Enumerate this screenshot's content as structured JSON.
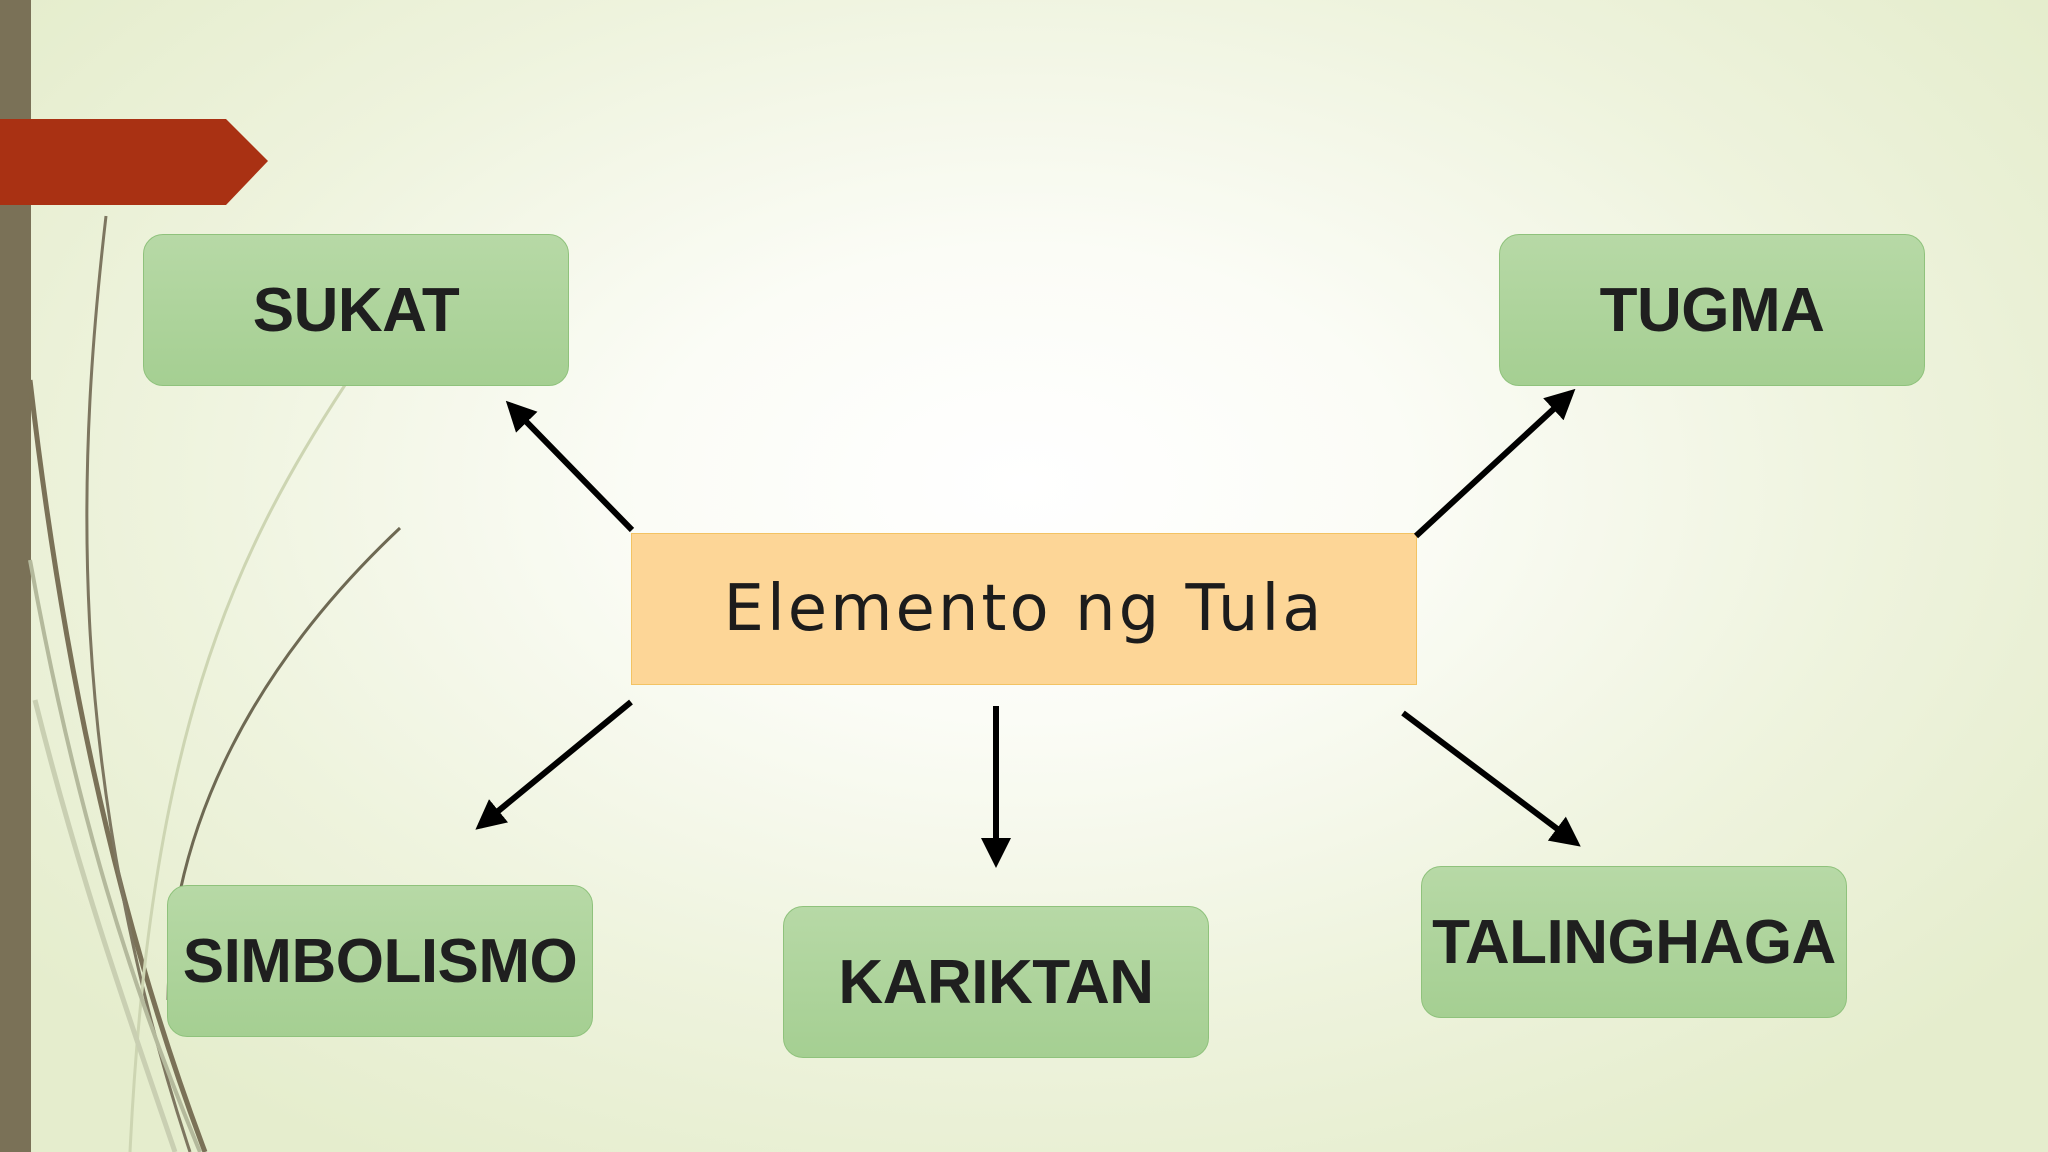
{
  "diagram": {
    "center": {
      "label": "Elemento ng Tula"
    },
    "nodes": [
      {
        "id": "sukat",
        "label": "SUKAT"
      },
      {
        "id": "tugma",
        "label": "TUGMA"
      },
      {
        "id": "simbolismo",
        "label": "SIMBOLISMO"
      },
      {
        "id": "kariktan",
        "label": "KARIKTAN"
      },
      {
        "id": "talinghaga",
        "label": "TALINGHAGA"
      }
    ]
  },
  "colors": {
    "node_fill": "#a9d197",
    "center_fill": "#fdd697",
    "accent_red": "#a93113",
    "side_bar": "#7a7157",
    "arrow": "#000000"
  }
}
